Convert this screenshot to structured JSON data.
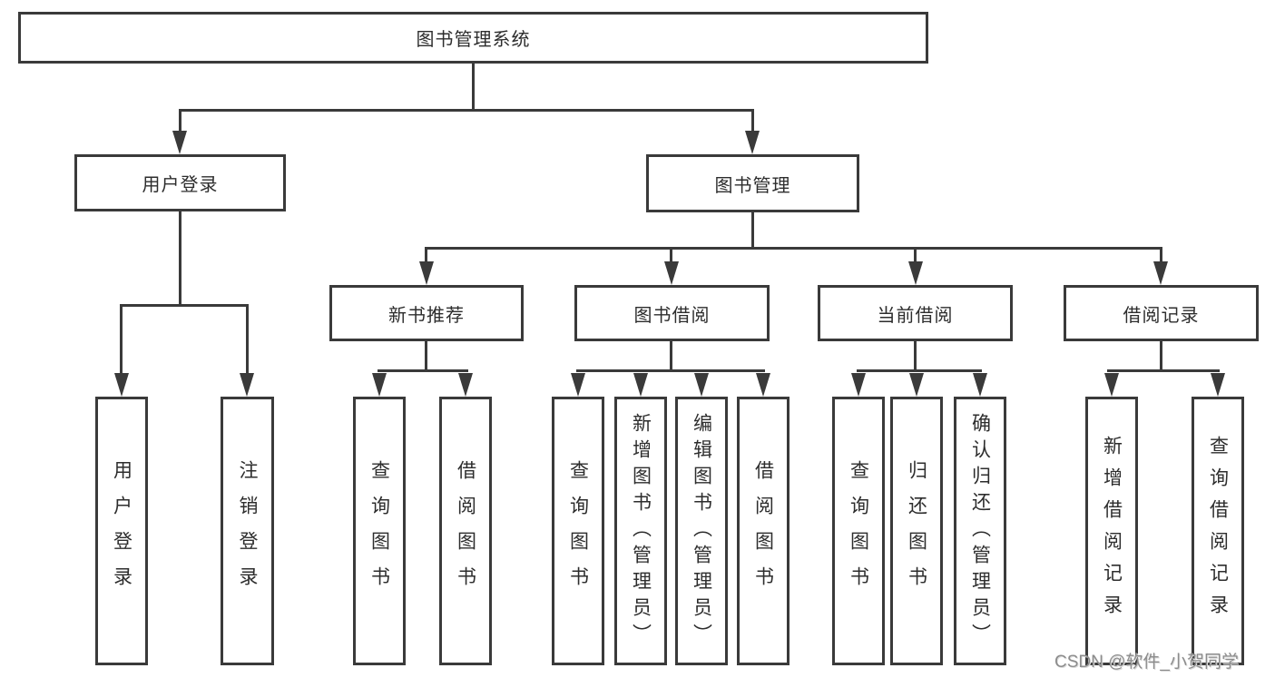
{
  "diagram": {
    "type": "tree",
    "colors": {
      "line": "#3a3a3a",
      "text": "#2d2d2d",
      "watermark": "#8c8c8c",
      "background": "#ffffff"
    },
    "root": {
      "label": "图书管理系统"
    },
    "l1": [
      {
        "label": "用户登录",
        "parent": "图书管理系统"
      },
      {
        "label": "图书管理",
        "parent": "图书管理系统"
      }
    ],
    "l2": [
      {
        "label": "新书推荐",
        "parent": "图书管理"
      },
      {
        "label": "图书借阅",
        "parent": "图书管理"
      },
      {
        "label": "当前借阅",
        "parent": "图书管理"
      },
      {
        "label": "借阅记录",
        "parent": "图书管理"
      }
    ],
    "leaves": [
      {
        "label": "用户登录",
        "parent": "用户登录"
      },
      {
        "label": "注销登录",
        "parent": "用户登录"
      },
      {
        "label": "查询图书",
        "parent": "新书推荐"
      },
      {
        "label": "借阅图书",
        "parent": "新书推荐"
      },
      {
        "label": "查询图书",
        "parent": "图书借阅"
      },
      {
        "label": "新增图书（管理员）",
        "parent": "图书借阅"
      },
      {
        "label": "编辑图书（管理员）",
        "parent": "图书借阅"
      },
      {
        "label": "借阅图书",
        "parent": "图书借阅"
      },
      {
        "label": "查询图书",
        "parent": "当前借阅"
      },
      {
        "label": "归还图书",
        "parent": "当前借阅"
      },
      {
        "label": "确认归还（管理员）",
        "parent": "当前借阅"
      },
      {
        "label": "新增借阅记录",
        "parent": "借阅记录"
      },
      {
        "label": "查询借阅记录",
        "parent": "借阅记录"
      }
    ],
    "watermark": {
      "text": "CSDN @软件_小贺同学"
    }
  }
}
